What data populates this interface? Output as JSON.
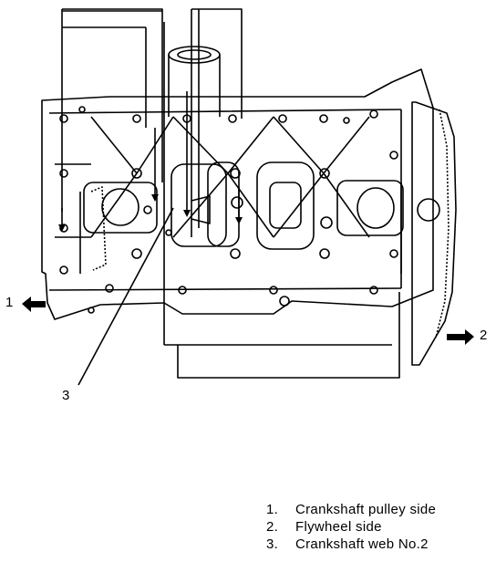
{
  "callouts": {
    "left": "1",
    "right": "2",
    "web": "3"
  },
  "legend": [
    {
      "num": "1.",
      "text": "Crankshaft pulley side"
    },
    {
      "num": "2.",
      "text": "Flywheel side"
    },
    {
      "num": "3.",
      "text": "Crankshaft web No.2"
    }
  ]
}
